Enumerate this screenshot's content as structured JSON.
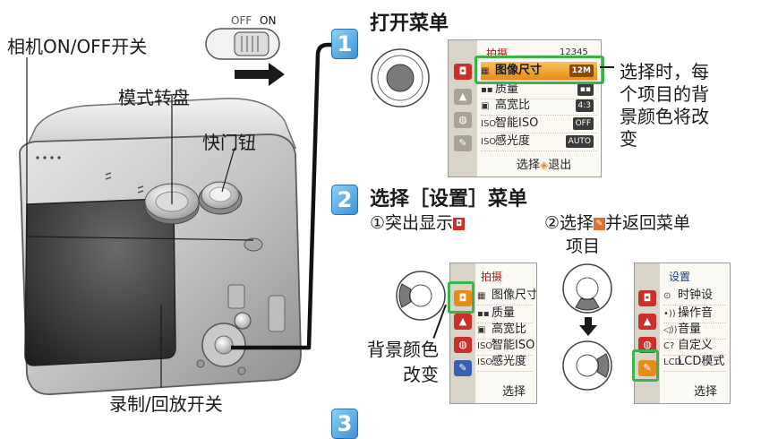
{
  "camera_labels": {
    "power_switch": "相机ON/OFF开关",
    "mode_dial": "模式转盘",
    "shutter_button": "快门钮",
    "record_play_switch": "录制/回放开关",
    "switch_off": "OFF",
    "switch_on": "ON"
  },
  "step1": {
    "number": "1",
    "title": "打开菜单",
    "menu": {
      "header": "拍摄",
      "pages": "12345",
      "rows": [
        {
          "icon": "▦",
          "label": "图像尺寸",
          "value": "12M",
          "highlight": true
        },
        {
          "icon": "▪▪",
          "label": "质量",
          "value": "▪▪",
          "highlight": false
        },
        {
          "icon": "▣",
          "label": "高宽比",
          "value": "4:3",
          "highlight": false
        },
        {
          "icon": "ISO",
          "label": "智能ISO",
          "value": "OFF",
          "highlight": false
        },
        {
          "icon": "ISO",
          "label": "感光度",
          "value": "AUTO",
          "highlight": false
        }
      ],
      "footer_left": "选择",
      "footer_right": "退出"
    },
    "note": [
      "选择时，每",
      "个项目的背",
      "景颜色将改",
      "变"
    ]
  },
  "step2": {
    "number": "2",
    "title": "选择［设置］菜单",
    "sub1": "①突出显示",
    "sub2_line1": "②选择",
    "sub2_line1b": "并返回菜单",
    "sub2_line2": "项目",
    "bg_note_line1": "背景颜色",
    "bg_note_line2": "改变",
    "menu_a": {
      "header": "拍摄",
      "rows": [
        {
          "icon": "▦",
          "label": "图像尺寸"
        },
        {
          "icon": "▪▪",
          "label": "质量"
        },
        {
          "icon": "▣",
          "label": "高宽比"
        },
        {
          "icon": "ISO",
          "label": "智能ISO"
        },
        {
          "icon": "ISO",
          "label": "感光度"
        }
      ],
      "footer": "选择"
    },
    "menu_b": {
      "header": "设置",
      "rows": [
        {
          "icon": "⊙",
          "label": "时钟设"
        },
        {
          "icon": "•))",
          "label": "操作音"
        },
        {
          "icon": "◁))",
          "label": "音量"
        },
        {
          "icon": "C?",
          "label": "自定义"
        },
        {
          "icon": "LCD",
          "label": "LCD模式"
        }
      ],
      "footer": "选择"
    }
  },
  "step3": {
    "number": "3"
  },
  "colors": {
    "highlight_green": "#3cb24a",
    "menu_highlight": "#f0a030",
    "badge_blue": "#3a8fd6",
    "header_red": "#b01818"
  }
}
